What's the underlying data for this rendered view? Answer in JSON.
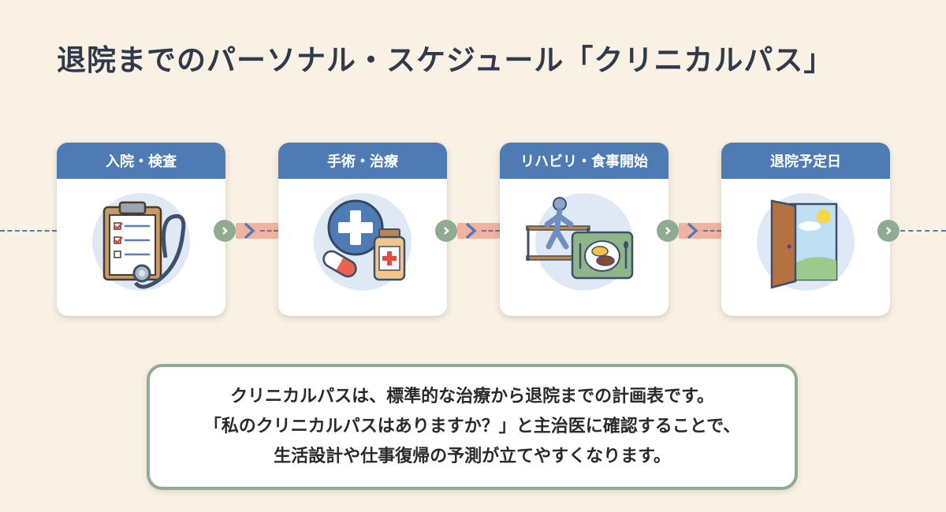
{
  "title": "退院までのパーソナル・スケジュール「クリニカルパス」",
  "steps": [
    {
      "label": "入院・検査",
      "icon": "clipboard-stethoscope-icon"
    },
    {
      "label": "手術・治療",
      "icon": "medical-cross-pills-icon"
    },
    {
      "label": "リハビリ・食事開始",
      "icon": "rehab-meal-icon"
    },
    {
      "label": "退院予定日",
      "icon": "open-door-icon"
    }
  ],
  "note": {
    "lines": [
      "クリニカルパスは、標準的な治療から退院までの計画表です。",
      "「私のクリニカルパスはありますか？」と主治医に確認することで、",
      "生活設計や仕事復帰の予測が立てやすくなります。"
    ]
  },
  "colors": {
    "background": "#f8f1e4",
    "header_blue": "#4f7bb5",
    "connector_green": "#8fab92",
    "band_salmon": "#f1b3a0",
    "title_text": "#2f3b4a"
  }
}
